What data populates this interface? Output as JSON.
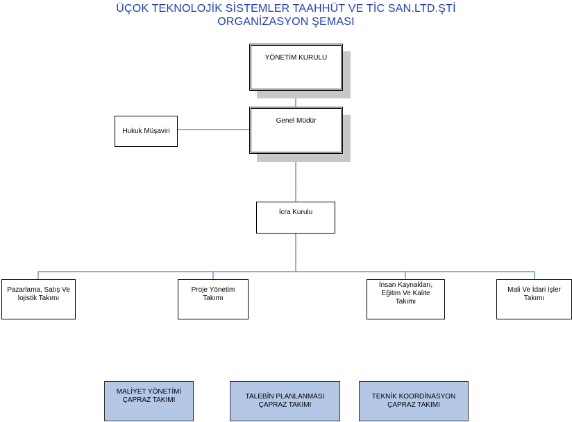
{
  "title": {
    "line1": "ÜÇOK TEKNOLOJİK SİSTEMLER TAAHHÜT VE TİC SAN.LTD.ŞTİ",
    "line2": "ORGANİZASYON ŞEMASI"
  },
  "nodes": {
    "board": "YÖNETİM KURULU",
    "general_manager": "Genel Müdür",
    "legal_advisor": "Hukuk Müşaviri",
    "executive_board": "İcra Kurulu",
    "sales_team": "Pazarlama, Satış Ve\nlojistik Takımı",
    "project_team": "Proje Yönetim\nTakımı",
    "hr_team": "İnsan Kaynakları,\nEğitim Ve Kalite\nTakımı",
    "finance_team": "Mali Ve İdari İşler\nTakımı"
  },
  "cross_teams": {
    "cost": "MALİYET YÖNETİMİ\nÇAPRAZ TAKIMI",
    "demand": "TALEBİN PLANLANMASI\nÇAPRAZ TAKIMI",
    "technical": "TEKNİK KOORDİNASYON\nÇAPRAZ TAKIMI"
  },
  "colors": {
    "title": "#1f3fbf",
    "connector": "#4a7ebb",
    "cross_team_fill": "#b4c7e7",
    "shadow": "#c8c8c8"
  }
}
